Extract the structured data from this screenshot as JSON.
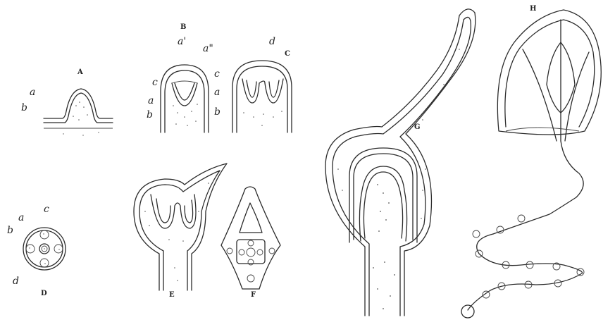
{
  "figures": {
    "A": {
      "label": "A",
      "letters": {
        "a": "a",
        "b": "b"
      }
    },
    "B": {
      "label": "B",
      "letters": {
        "a_prime": "a'",
        "a_dprime": "a\"",
        "c": "c",
        "a": "a",
        "b": "b"
      }
    },
    "C": {
      "label": "C",
      "letters": {
        "d": "d",
        "c": "c",
        "a": "a",
        "b": "b"
      }
    },
    "D": {
      "label": "D",
      "letters": {
        "c": "c",
        "a": "a",
        "b": "b",
        "d": "d"
      }
    },
    "E": {
      "label": "E"
    },
    "F": {
      "label": "F"
    },
    "G": {
      "label": "G"
    },
    "H": {
      "label": "H"
    }
  }
}
